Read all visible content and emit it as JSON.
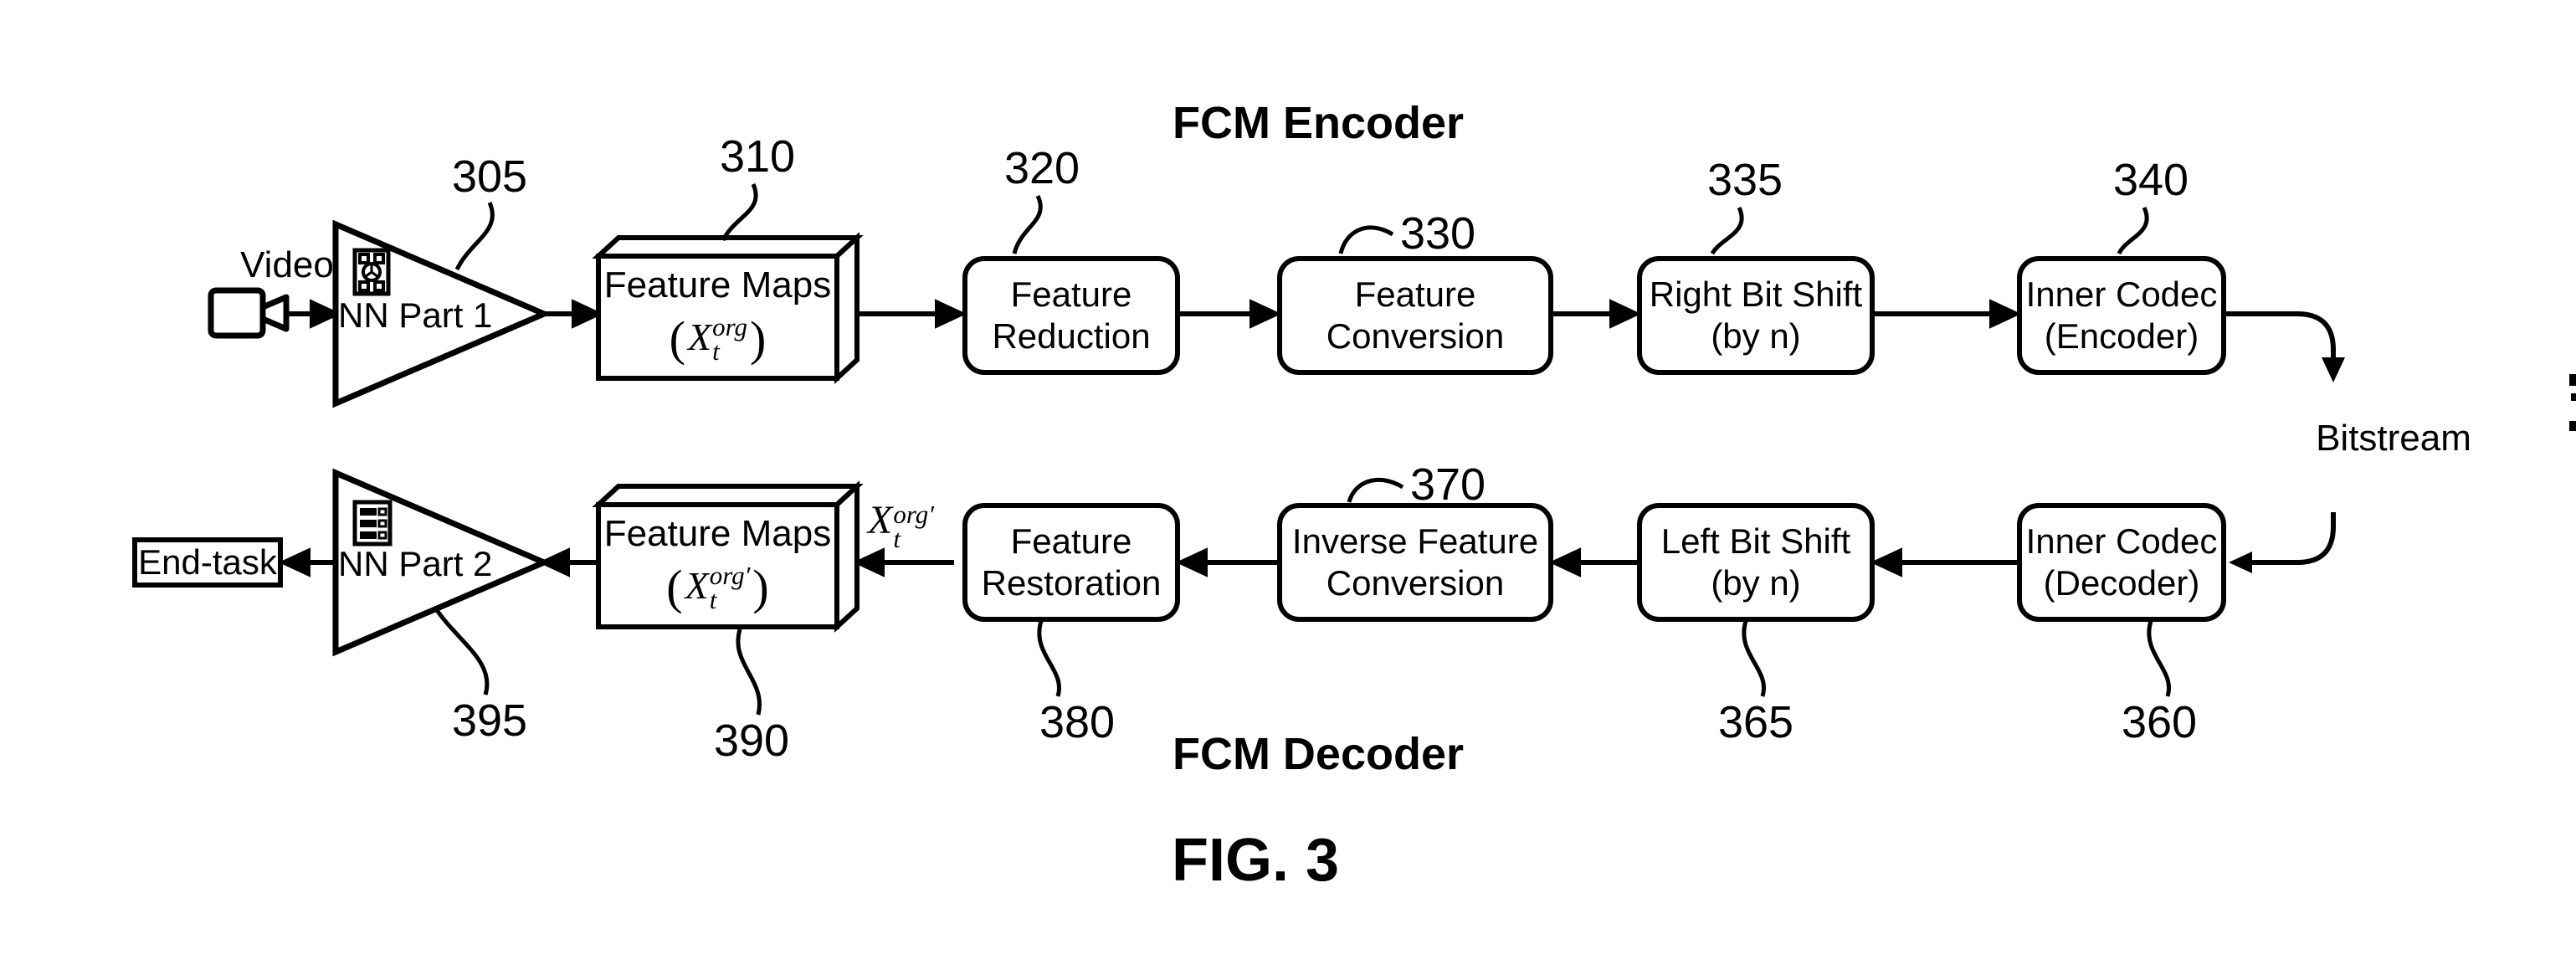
{
  "titles": {
    "encoder": "FCM Encoder",
    "decoder": "FCM Decoder",
    "figure": "FIG. 3"
  },
  "labels": {
    "video": "Video",
    "bitstream": "Bitstream",
    "end_task": "End-task"
  },
  "icons": {
    "camera": "video-camera-icon",
    "nn_part1_badge": "film-reel-icon",
    "nn_part2_badge": "task-list-icon"
  },
  "colors": {
    "ink": "#000000",
    "background": "#ffffff"
  },
  "encoder_row": {
    "nn_part1": {
      "label": "NN Part 1",
      "ref": "305"
    },
    "feature_maps": {
      "line1": "Feature Maps",
      "ref": "310",
      "math": {
        "open": "(",
        "base": "X",
        "sup": "org",
        "sub": "t",
        "close": ")"
      }
    },
    "feature_reduction": {
      "line1": "Feature",
      "line2": "Reduction",
      "ref": "320"
    },
    "feature_conversion": {
      "line1": "Feature",
      "line2": "Conversion",
      "ref": "330"
    },
    "right_bit_shift": {
      "line1": "Right Bit Shift",
      "line2": "(by n)",
      "ref": "335"
    },
    "inner_codec_encoder": {
      "line1": "Inner Codec",
      "line2": "(Encoder)",
      "ref": "340"
    }
  },
  "decoder_row": {
    "inner_codec_decoder": {
      "line1": "Inner Codec",
      "line2": "(Decoder)",
      "ref": "360"
    },
    "left_bit_shift": {
      "line1": "Left Bit Shift",
      "line2": "(by n)",
      "ref": "365"
    },
    "inverse_feature_conversion": {
      "line1": "Inverse Feature",
      "line2": "Conversion",
      "ref": "370"
    },
    "feature_restoration": {
      "line1": "Feature",
      "line2": "Restoration",
      "ref": "380"
    },
    "feature_maps_prime": {
      "line1": "Feature Maps",
      "ref": "390",
      "math": {
        "open": "(",
        "base": "X",
        "sup": "org′",
        "sub": "t",
        "close": ")"
      }
    },
    "nn_part2": {
      "label": "NN Part 2",
      "ref": "395"
    },
    "signal": {
      "base": "X",
      "sup": "org′",
      "sub": "t"
    }
  }
}
